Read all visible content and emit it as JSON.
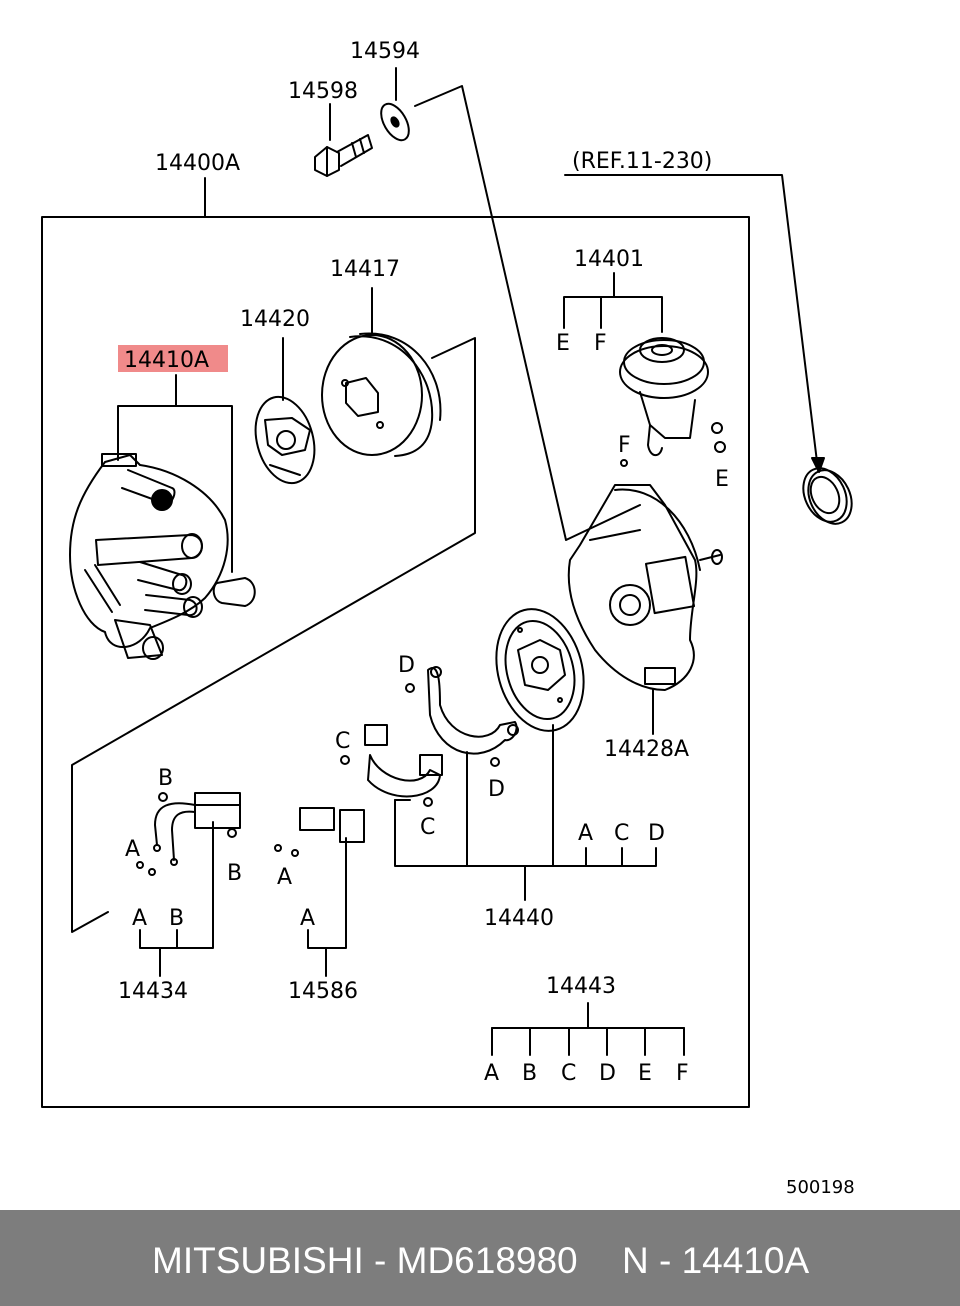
{
  "labels": {
    "p14594": "14594",
    "p14598": "14598",
    "p14400a": "14400A",
    "ref": "(REF.11-230)",
    "p14417": "14417",
    "p14420": "14420",
    "p14410a": "14410A",
    "p14401": "14401",
    "p14428a": "14428A",
    "p14440": "14440",
    "p14434": "14434",
    "p14586": "14586",
    "p14443": "14443",
    "diagram_no": "500198"
  },
  "letters": {
    "a": "A",
    "b": "B",
    "c": "C",
    "d": "D",
    "e": "E",
    "f": "F"
  },
  "highlight_color": "#f08a8a",
  "footer": {
    "left": "MITSUBISHI - MD618980",
    "right": "N - 14410A"
  }
}
